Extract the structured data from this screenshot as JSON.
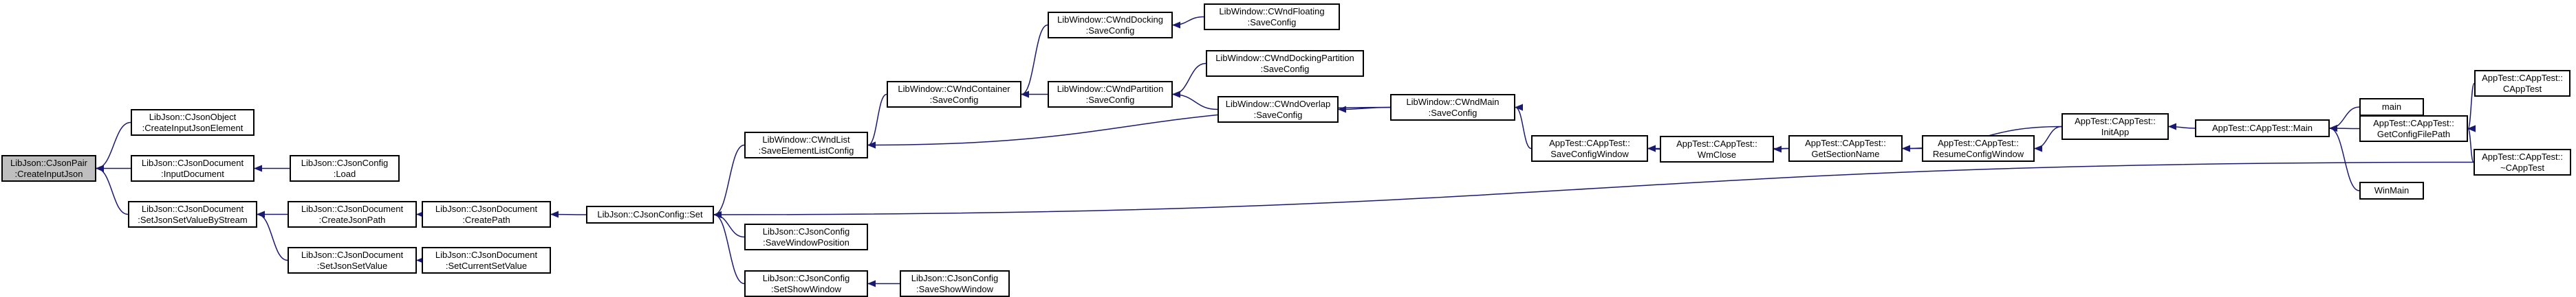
{
  "diagram": {
    "nodes": [
      {
        "id": "root",
        "line1": "LibJson::CJsonPair",
        "line2": ":CreateInputJson",
        "root": true
      },
      {
        "id": "n_createinputjsonelement",
        "line1": "LibJson::CJsonObject",
        "line2": ":CreateInputJsonElement"
      },
      {
        "id": "n_inputdocument",
        "line1": "LibJson::CJsonDocument",
        "line2": ":InputDocument"
      },
      {
        "id": "n_config_load",
        "line1": "LibJson::CJsonConfig",
        "line2": ":Load"
      },
      {
        "id": "n_setjsonsetvaluebystream",
        "line1": "LibJson::CJsonDocument",
        "line2": ":SetJsonSetValueByStream"
      },
      {
        "id": "n_createjsonpath",
        "line1": "LibJson::CJsonDocument",
        "line2": ":CreateJsonPath"
      },
      {
        "id": "n_createpath",
        "line1": "LibJson::CJsonDocument",
        "line2": ":CreatePath"
      },
      {
        "id": "n_setjsonsetvalue",
        "line1": "LibJson::CJsonDocument",
        "line2": ":SetJsonSetValue"
      },
      {
        "id": "n_setcurrentsetvalue",
        "line1": "LibJson::CJsonDocument",
        "line2": ":SetCurrentSetValue"
      },
      {
        "id": "n_config_set",
        "line1": "LibJson::CJsonConfig::Set",
        "line2": ""
      },
      {
        "id": "n_wndlist_save",
        "line1": "LibWindow::CWndList",
        "line2": ":SaveElementListConfig"
      },
      {
        "id": "n_savewindowposition",
        "line1": "LibJson::CJsonConfig",
        "line2": ":SaveWindowPosition"
      },
      {
        "id": "n_setshowwindow",
        "line1": "LibJson::CJsonConfig",
        "line2": ":SetShowWindow"
      },
      {
        "id": "n_saveshowwindow",
        "line1": "LibJson::CJsonConfig",
        "line2": ":SaveShowWindow"
      },
      {
        "id": "n_wndcontainer_save",
        "line1": "LibWindow::CWndContainer",
        "line2": ":SaveConfig"
      },
      {
        "id": "n_wnddocking_save",
        "line1": "LibWindow::CWndDocking",
        "line2": ":SaveConfig"
      },
      {
        "id": "n_wndfloating_save",
        "line1": "LibWindow::CWndFloating",
        "line2": ":SaveConfig"
      },
      {
        "id": "n_wndpartition_save",
        "line1": "LibWindow::CWndPartition",
        "line2": ":SaveConfig"
      },
      {
        "id": "n_wnddockingpartition_save",
        "line1": "LibWindow::CWndDockingPartition",
        "line2": ":SaveConfig"
      },
      {
        "id": "n_wndoverlap_save",
        "line1": "LibWindow::CWndOverlap",
        "line2": ":SaveConfig"
      },
      {
        "id": "n_wndmain_save",
        "line1": "LibWindow::CWndMain",
        "line2": ":SaveConfig"
      },
      {
        "id": "n_saveconfigwindow",
        "line1": "AppTest::CAppTest::",
        "line2": "SaveConfigWindow"
      },
      {
        "id": "n_wmclose",
        "line1": "AppTest::CAppTest::",
        "line2": "WmClose"
      },
      {
        "id": "n_getsectionname",
        "line1": "AppTest::CAppTest::",
        "line2": "GetSectionName"
      },
      {
        "id": "n_resumeconfigwindow",
        "line1": "AppTest::CAppTest::",
        "line2": "ResumeConfigWindow"
      },
      {
        "id": "n_initapp",
        "line1": "AppTest::CAppTest::",
        "line2": "InitApp"
      },
      {
        "id": "n_main_method",
        "line1": "AppTest::CAppTest::Main",
        "line2": ""
      },
      {
        "id": "n_getconfigfilepath",
        "line1": "AppTest::CAppTest::",
        "line2": "GetConfigFilePath"
      },
      {
        "id": "n_ctor",
        "line1": "AppTest::CAppTest::",
        "line2": "CAppTest"
      },
      {
        "id": "n_dtor",
        "line1": "AppTest::CAppTest::",
        "line2": "~CAppTest"
      },
      {
        "id": "n_main",
        "line1": "main",
        "line2": ""
      },
      {
        "id": "n_winmain",
        "line1": "WinMain",
        "line2": ""
      }
    ],
    "edges": [
      {
        "from": "n_createinputjsonelement",
        "to": "root"
      },
      {
        "from": "n_inputdocument",
        "to": "root"
      },
      {
        "from": "n_setjsonsetvaluebystream",
        "to": "root"
      },
      {
        "from": "n_config_load",
        "to": "n_inputdocument"
      },
      {
        "from": "n_createjsonpath",
        "to": "n_setjsonsetvaluebystream"
      },
      {
        "from": "n_setjsonsetvalue",
        "to": "n_setjsonsetvaluebystream"
      },
      {
        "from": "n_createpath",
        "to": "n_createjsonpath"
      },
      {
        "from": "n_setcurrentsetvalue",
        "to": "n_setjsonsetvalue"
      },
      {
        "from": "n_config_set",
        "to": "n_createpath"
      },
      {
        "from": "n_wndlist_save",
        "to": "n_config_set"
      },
      {
        "from": "n_savewindowposition",
        "to": "n_config_set"
      },
      {
        "from": "n_setshowwindow",
        "to": "n_config_set"
      },
      {
        "from": "n_dtor",
        "to": "n_config_set"
      },
      {
        "from": "n_saveshowwindow",
        "to": "n_setshowwindow"
      },
      {
        "from": "n_wndcontainer_save",
        "to": "n_wndlist_save"
      },
      {
        "from": "n_wndmain_save",
        "to": "n_wndlist_save"
      },
      {
        "from": "n_wnddocking_save",
        "to": "n_wndcontainer_save"
      },
      {
        "from": "n_wndpartition_save",
        "to": "n_wndcontainer_save"
      },
      {
        "from": "n_wndfloating_save",
        "to": "n_wnddocking_save"
      },
      {
        "from": "n_wnddockingpartition_save",
        "to": "n_wndpartition_save"
      },
      {
        "from": "n_wndoverlap_save",
        "to": "n_wndpartition_save"
      },
      {
        "from": "n_wndmain_save",
        "to": "n_wndoverlap_save"
      },
      {
        "from": "n_saveconfigwindow",
        "to": "n_wndmain_save"
      },
      {
        "from": "n_getsectionname",
        "to": "n_saveconfigwindow"
      },
      {
        "from": "n_wmclose",
        "to": "n_saveconfigwindow"
      },
      {
        "from": "n_getsectionname",
        "to": "n_wmclose"
      },
      {
        "from": "n_resumeconfigwindow",
        "to": "n_getsectionname"
      },
      {
        "from": "n_initapp",
        "to": "n_getsectionname"
      },
      {
        "from": "n_initapp",
        "to": "n_resumeconfigwindow"
      },
      {
        "from": "n_main_method",
        "to": "n_initapp"
      },
      {
        "from": "n_getconfigfilepath",
        "to": "n_main_method"
      },
      {
        "from": "n_main",
        "to": "n_main_method"
      },
      {
        "from": "n_winmain",
        "to": "n_main_method"
      },
      {
        "from": "n_ctor",
        "to": "n_getconfigfilepath"
      },
      {
        "from": "n_dtor",
        "to": "n_getconfigfilepath"
      }
    ]
  },
  "colors": {
    "edge": "#191970",
    "node_border": "#000000",
    "root_fill": "#bfbfbf",
    "node_fill": "#ffffff"
  }
}
